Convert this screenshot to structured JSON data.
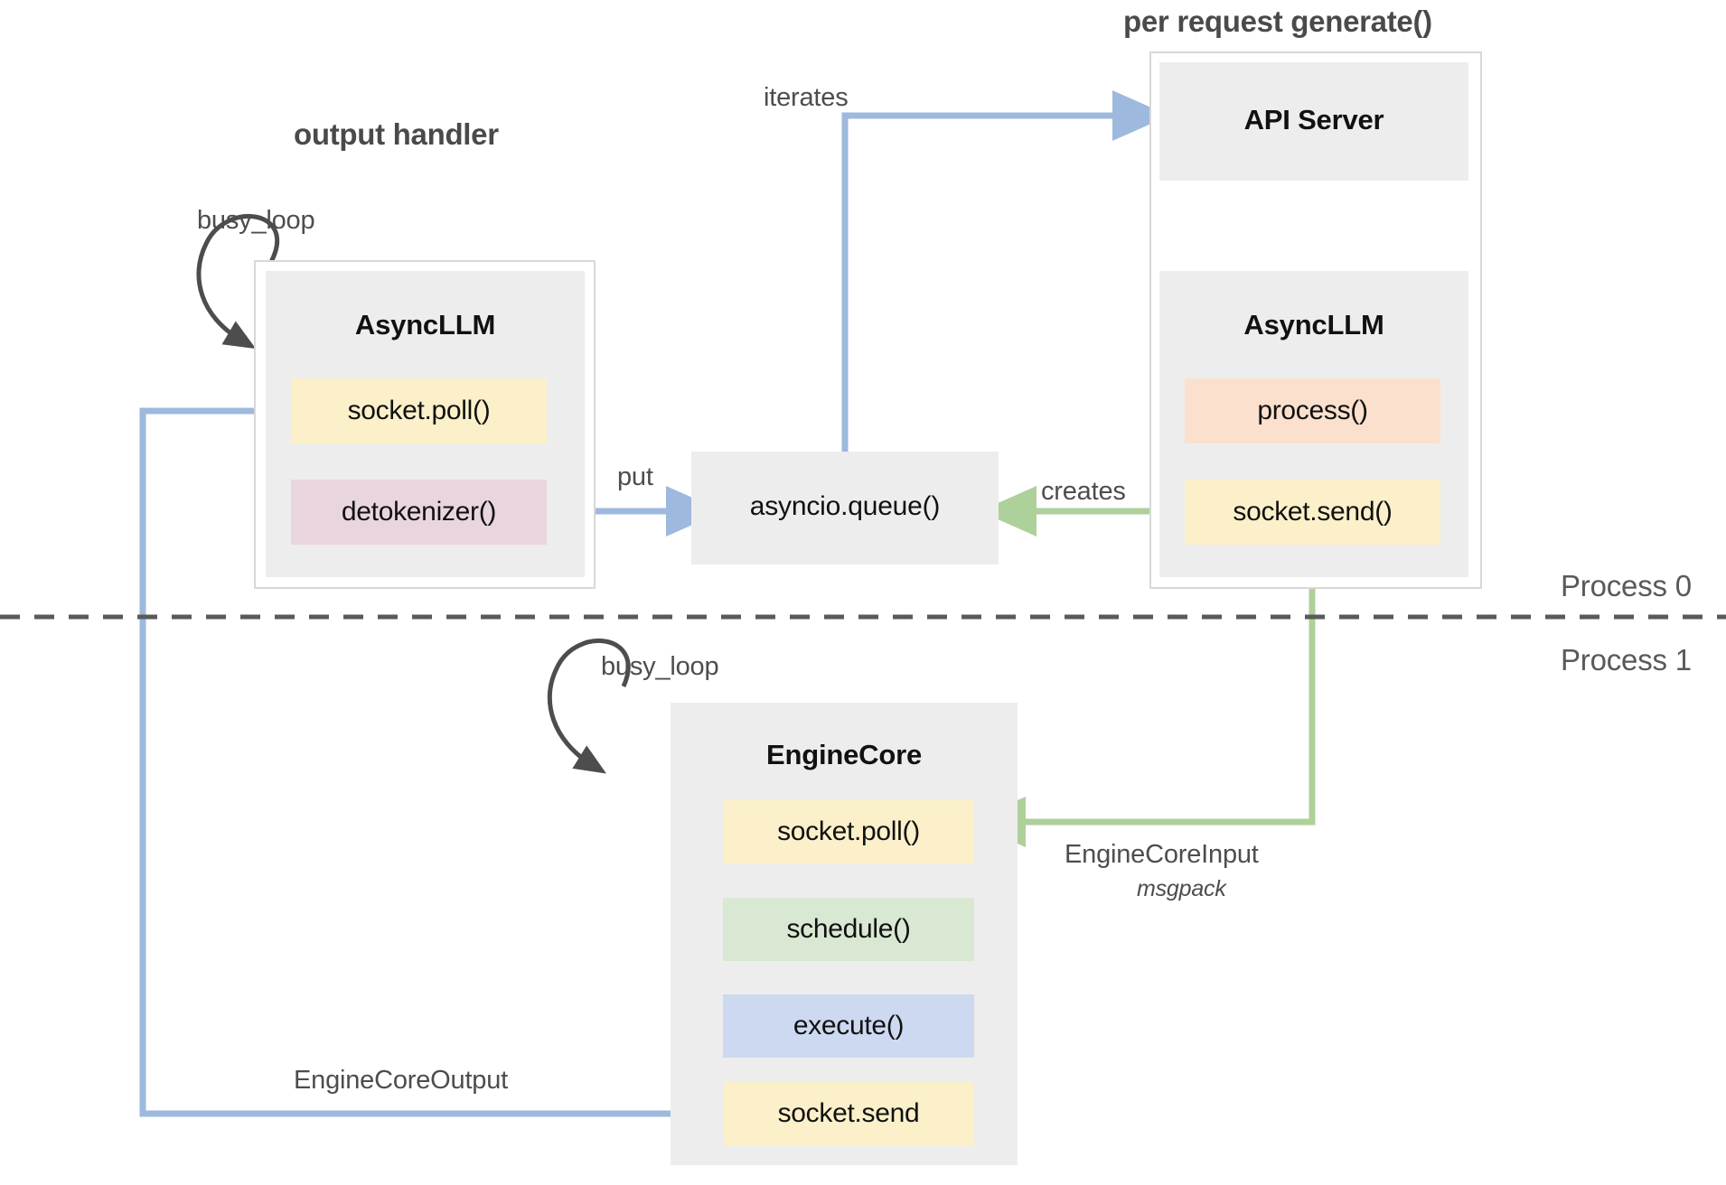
{
  "diagram": {
    "title_output_handler": "output handler",
    "title_per_request": "per request generate()",
    "process_top": "Process 0",
    "process_bottom": "Process 1"
  },
  "colors": {
    "node_bg": "#ededed",
    "frame_border": "#d8d8d8",
    "yellow": "#fbf0c9",
    "pink": "#e9d5e0",
    "peach": "#fae0cd",
    "green": "#d9e8d2",
    "blue": "#ccd9f0",
    "arrow_blue": "#9db9dd",
    "arrow_green": "#aed09a",
    "arrow_dark": "#4d4d4d",
    "divider": "#5a5a5a"
  },
  "output_handler": {
    "node_title": "AsyncLLM",
    "busy_loop_label": "busy_loop",
    "slots": [
      {
        "label": "socket.poll()",
        "color": "#fbf0c9"
      },
      {
        "label": "detokenizer()",
        "color": "#e9d5e0"
      }
    ]
  },
  "queue": {
    "label": "asyncio.queue()"
  },
  "per_request": {
    "api_server_title": "API Server",
    "async_llm_title": "AsyncLLM",
    "slots": [
      {
        "label": "process()",
        "color": "#fae0cd"
      },
      {
        "label": "socket.send()",
        "color": "#fbf0c9"
      }
    ]
  },
  "engine_core": {
    "node_title": "EngineCore",
    "busy_loop_label": "busy_loop",
    "slots": [
      {
        "label": "socket.poll()",
        "color": "#fbf0c9"
      },
      {
        "label": "schedule()",
        "color": "#d9e8d2"
      },
      {
        "label": "execute()",
        "color": "#ccd9f0"
      },
      {
        "label": "socket.send",
        "color": "#fbf0c9"
      }
    ]
  },
  "edges": {
    "iterates": "iterates",
    "put": "put",
    "creates": "creates",
    "engine_core_input": "EngineCoreInput",
    "engine_core_input_sub": "msgpack",
    "engine_core_output": "EngineCoreOutput"
  }
}
